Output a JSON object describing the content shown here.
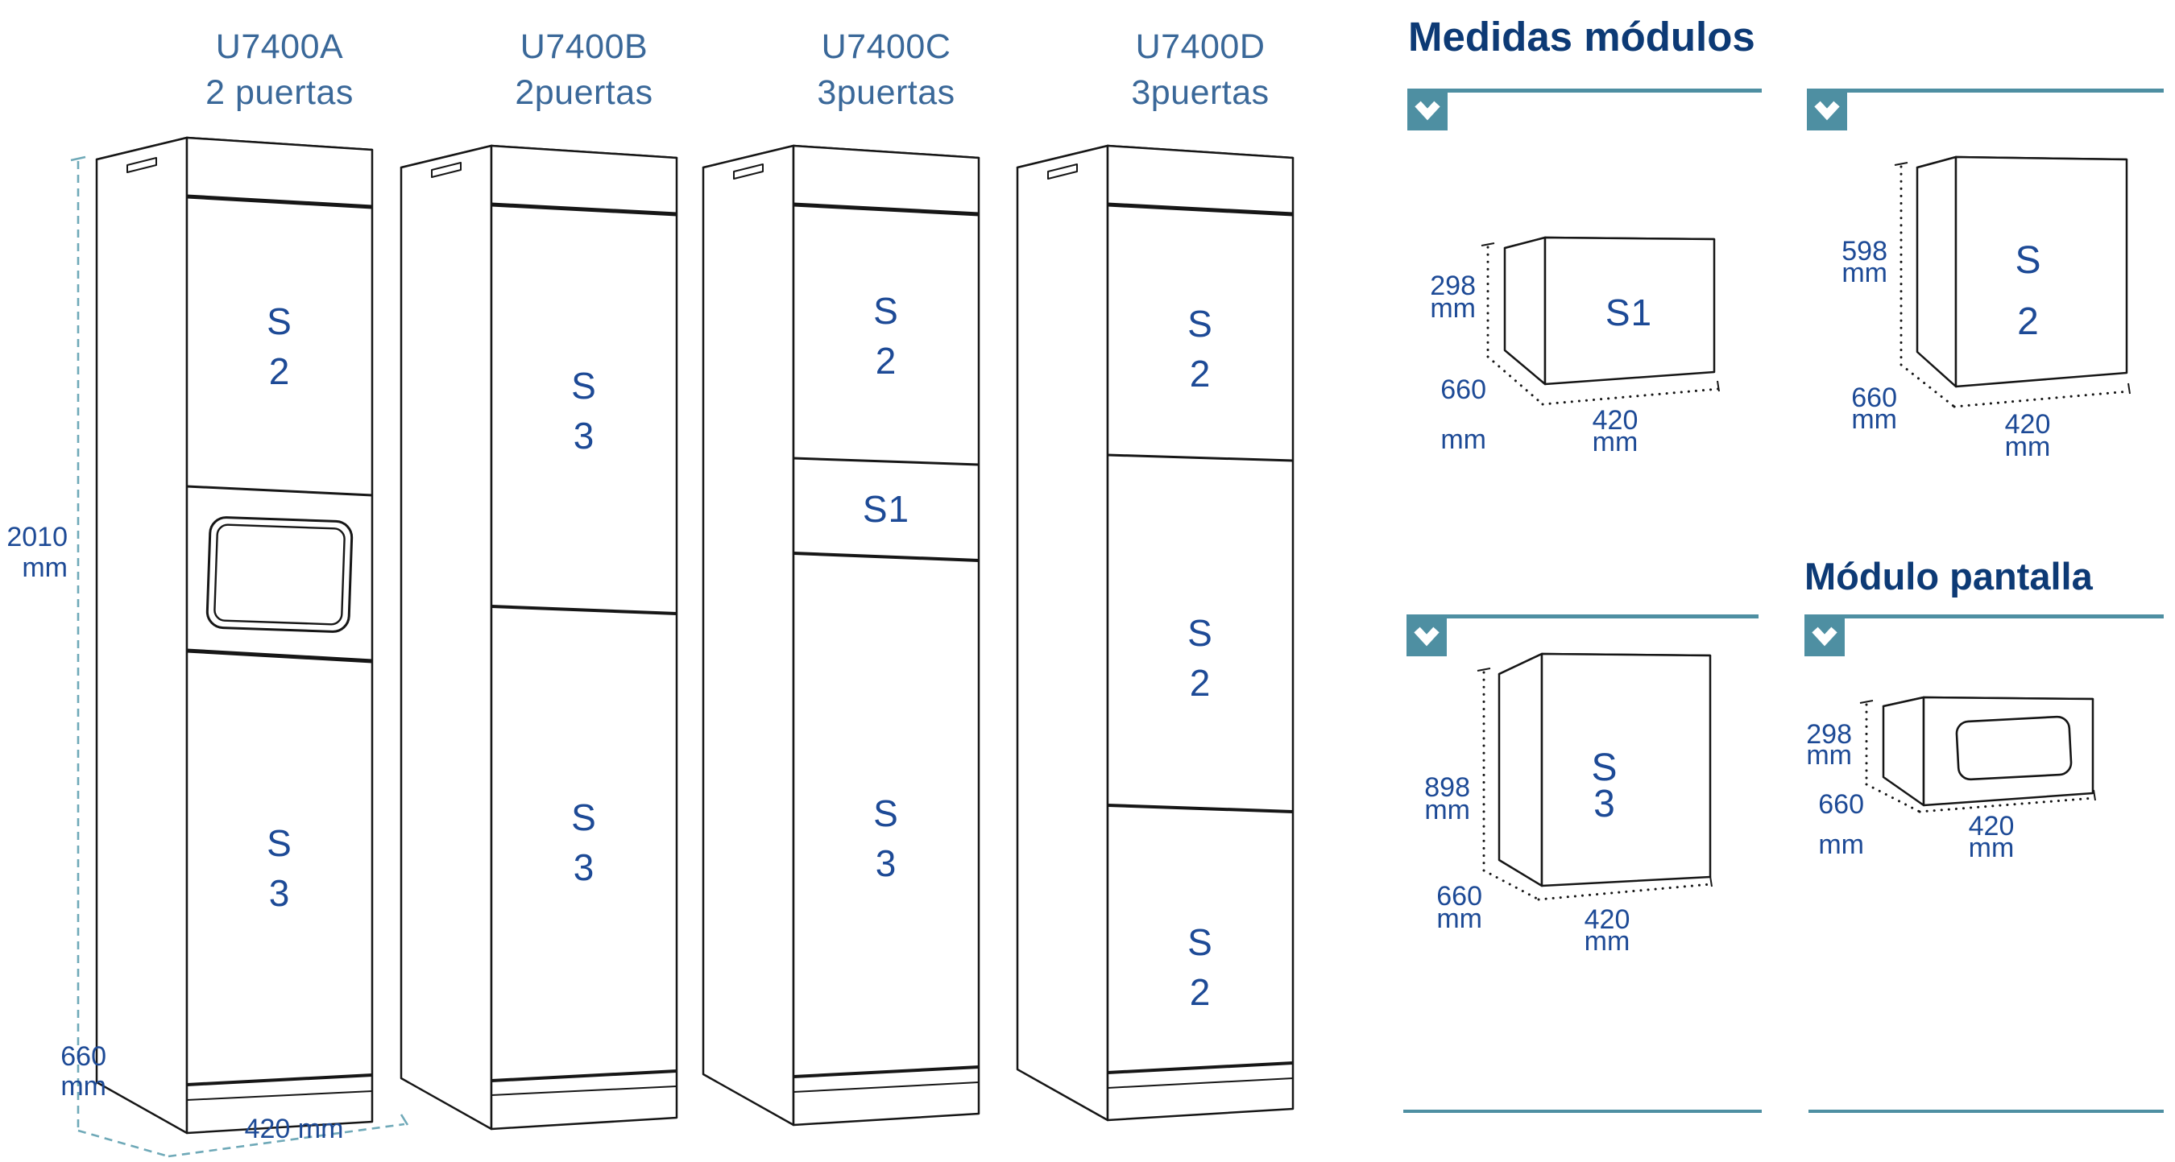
{
  "sections": {
    "medidas_title": "Medidas módulos",
    "pantalla_title": "Módulo pantalla"
  },
  "cabinets": [
    {
      "model": "U7400A",
      "doors_label": "2 puertas",
      "compartments": [
        "S2",
        "S3"
      ],
      "has_screen_module": true
    },
    {
      "model": "U7400B",
      "doors_label": "2puertas",
      "compartments": [
        "S3",
        "S3"
      ],
      "has_screen_module": false
    },
    {
      "model": "U7400C",
      "doors_label": "3puertas",
      "compartments": [
        "S2",
        "S1",
        "S3"
      ],
      "has_screen_module": false
    },
    {
      "model": "U7400D",
      "doors_label": "3puertas",
      "compartments": [
        "S2",
        "S2",
        "S2"
      ],
      "has_screen_module": false
    }
  ],
  "cabinet_dimensions": {
    "height_value": "2010",
    "height_unit": "mm",
    "depth_value": "660",
    "depth_unit": "mm",
    "width_label": "420 mm"
  },
  "modules": [
    {
      "name": "S1",
      "height_value": "298",
      "height_unit": "mm",
      "depth_value": "660",
      "depth_unit": "mm",
      "width_value": "420",
      "width_unit": "mm",
      "has_screen": false
    },
    {
      "name": "S2",
      "height_value": "598",
      "height_unit": "mm",
      "depth_value": "660",
      "depth_unit": "mm",
      "width_value": "420",
      "width_unit": "mm",
      "has_screen": false
    },
    {
      "name": "S3",
      "height_value": "898",
      "height_unit": "mm",
      "depth_value": "660",
      "depth_unit": "mm",
      "width_value": "420",
      "width_unit": "mm",
      "has_screen": false
    },
    {
      "name": "Módulo pantalla",
      "height_value": "298",
      "height_unit": "mm",
      "depth_value": "660",
      "depth_unit": "mm",
      "width_value": "420",
      "width_unit": "mm",
      "has_screen": true
    }
  ],
  "icons": {
    "accordion": "chevron-down-icon"
  },
  "colors": {
    "teal": "#4e8fa2",
    "teal_dashed": "#6fa9b8",
    "navy_dark": "#0d3a75",
    "navy": "#1d4a96",
    "steel_blue": "#3a6899",
    "line": "#161616"
  }
}
